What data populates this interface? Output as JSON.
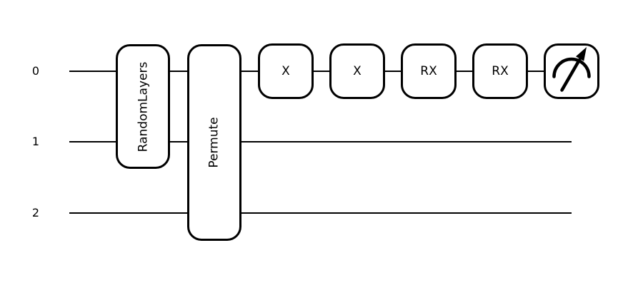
{
  "figure": {
    "background_color": "#ffffff",
    "stroke_color": "#000000",
    "wires": [
      {
        "label": "0"
      },
      {
        "label": "1"
      },
      {
        "label": "2"
      }
    ],
    "multi_wire_gates": [
      {
        "label": "RandomLayers",
        "wires": [
          "0",
          "1"
        ]
      },
      {
        "label": "Permute",
        "wires": [
          "0",
          "1",
          "2"
        ]
      }
    ],
    "single_wire_gates": [
      {
        "label": "X",
        "wire": "0"
      },
      {
        "label": "X",
        "wire": "0"
      },
      {
        "label": "RX",
        "wire": "0"
      },
      {
        "label": "RX",
        "wire": "0"
      }
    ],
    "measurement": {
      "wire": "0",
      "icon": "gauge-measurement-icon"
    }
  }
}
